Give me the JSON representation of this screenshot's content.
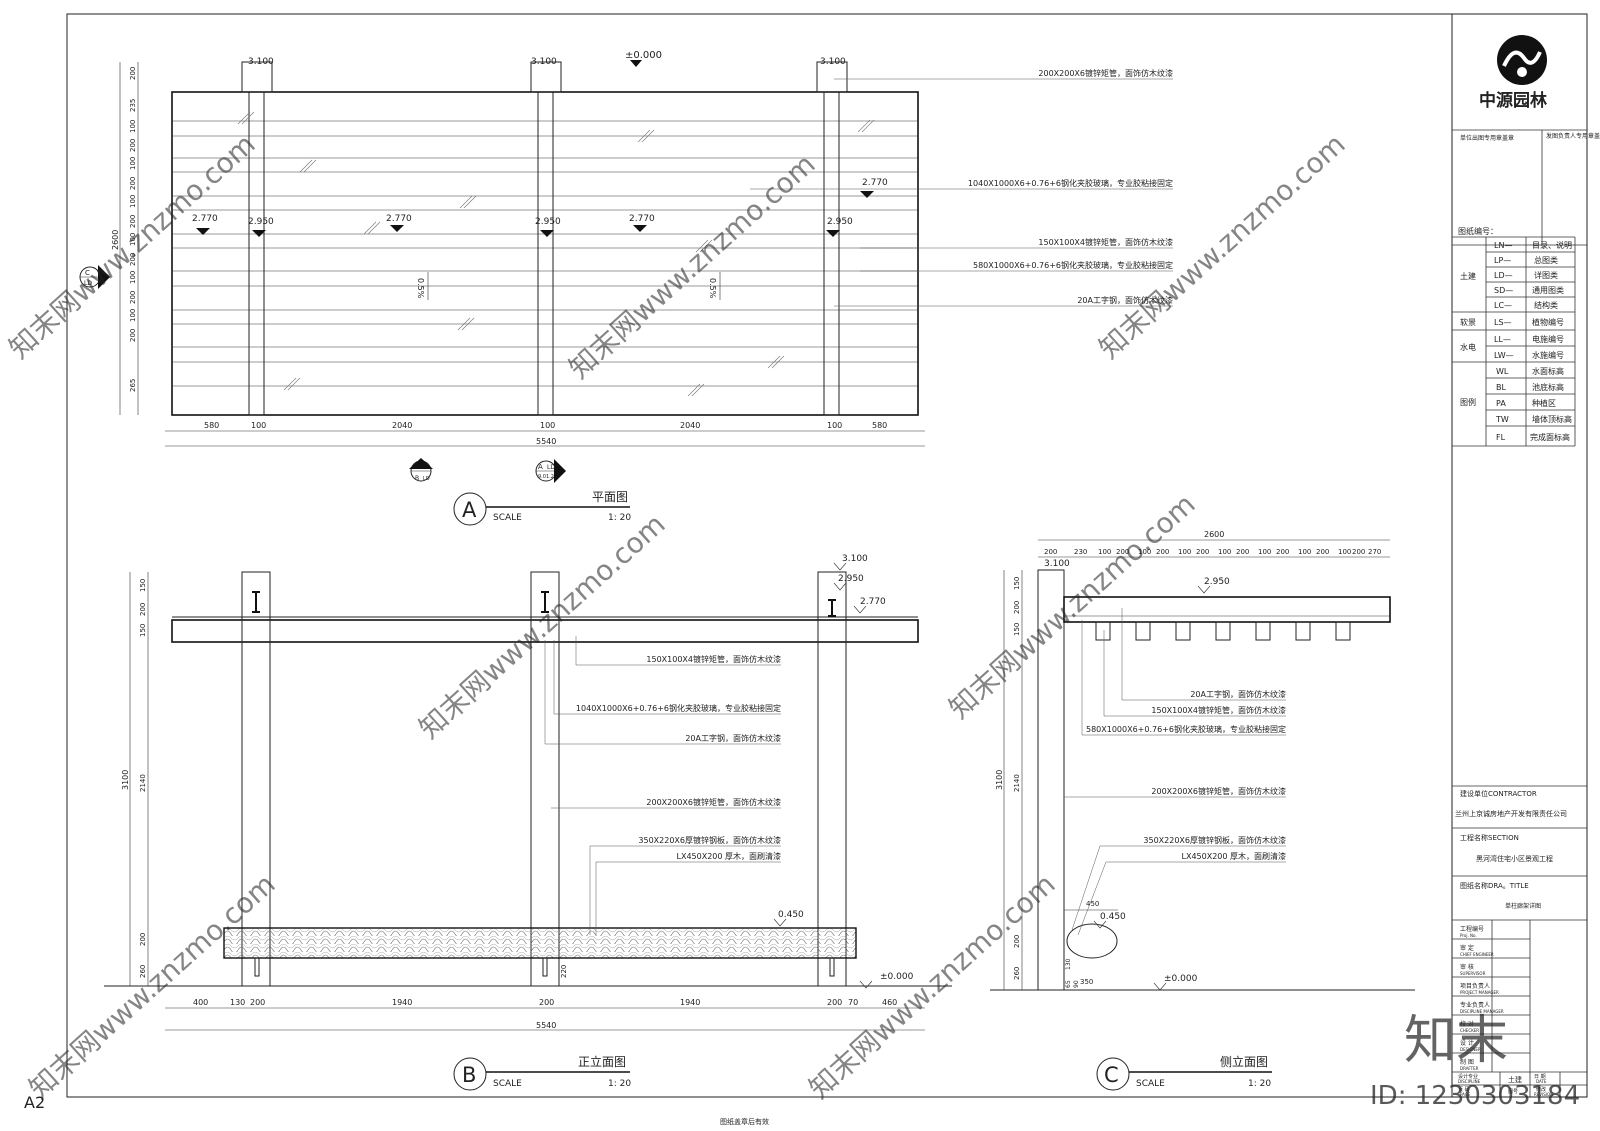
{
  "sheet": {
    "size_label": "A2",
    "footer_note": "图纸盖章后有效",
    "watermark_url": "知末网www.znzmo.com",
    "watermark_brand": "知末",
    "watermark_id": "ID: 1230303184"
  },
  "plan": {
    "title": "平面图",
    "letter": "A",
    "scale_word": "SCALE",
    "scale_value": "1: 20",
    "elevations_top": [
      "3.100",
      "3.100",
      "3.100"
    ],
    "elevation_zero": "±0.000",
    "elevations_mid": [
      "2.770",
      "2.950",
      "2.770",
      "2.950",
      "2.770",
      "2.950",
      "2.770"
    ],
    "slope_labels": [
      "0.5%",
      "0.5%"
    ],
    "dims_bottom": [
      "580",
      "100",
      "2040",
      "100",
      "2040",
      "100",
      "580"
    ],
    "dim_total": "5540",
    "dims_left": [
      "200",
      "235",
      "100",
      "200",
      "100",
      "200",
      "100",
      "200",
      "100",
      "200",
      "100",
      "200",
      "100",
      "200",
      "265"
    ],
    "dim_left_total": "2600",
    "callouts": [
      "200X200X6镀锌矩管，面饰仿木纹漆",
      "1040X1000X6+0.76+6钢化夹胶玻璃，专业胶粘接固定",
      "150X100X4镀锌矩管，面饰仿木纹漆",
      "580X1000X6+0.76+6钢化夹胶玻璃，专业胶粘接固定",
      "20A工字钢，面饰仿木纹漆"
    ],
    "section_marks": [
      {
        "top": "C",
        "bottom": "LD"
      },
      {
        "top": "B",
        "bottom": "LD"
      },
      {
        "top": "A",
        "bottom": "LD",
        "sub": "9.01.2"
      }
    ]
  },
  "front": {
    "title": "正立面图",
    "letter": "B",
    "scale_word": "SCALE",
    "scale_value": "1: 20",
    "elevations": [
      "3.100",
      "2.950",
      "2.770",
      "0.450",
      "±0.000"
    ],
    "dims_left": [
      "150",
      "200",
      "150",
      "2140",
      "200",
      "260"
    ],
    "dim_left_total": "3100",
    "dims_bottom": [
      "400",
      "130",
      "200",
      "1940",
      "200",
      "1940",
      "200",
      "70",
      "460"
    ],
    "dim_total": "5540",
    "dim_small": "220",
    "callouts": [
      "150X100X4镀锌矩管，面饰仿木纹漆",
      "1040X1000X6+0.76+6钢化夹胶玻璃，专业胶粘接固定",
      "20A工字钢，面饰仿木纹漆",
      "200X200X6镀锌矩管，面饰仿木纹漆",
      "350X220X6厚镀锌钢板，面饰仿木纹漆",
      "LX450X200 厚木，面刷清漆"
    ]
  },
  "side": {
    "title": "侧立面图",
    "letter": "C",
    "scale_word": "SCALE",
    "scale_value": "1: 20",
    "dim_top_total": "2600",
    "dims_top": [
      "200",
      "230",
      "100",
      "200",
      "100",
      "200",
      "100",
      "200",
      "100",
      "200",
      "100",
      "200",
      "100",
      "200",
      "100",
      "200",
      "270"
    ],
    "elevations": [
      "3.100",
      "2.950",
      "0.450",
      "±0.000"
    ],
    "dims_left": [
      "150",
      "200",
      "150",
      "2140",
      "200",
      "260"
    ],
    "dim_left_total": "3100",
    "dims_small": [
      "450",
      "350",
      "130",
      "65",
      "90"
    ],
    "callouts": [
      "20A工字钢，面饰仿木纹漆",
      "150X100X4镀锌矩管，面饰仿木纹漆",
      "580X1000X6+0.76+6钢化夹胶玻璃，专业胶粘接固定",
      "200X200X6镀锌矩管，面饰仿木纹漆",
      "350X220X6厚镀锌钢板，面饰仿木纹漆",
      "LX450X200 厚木，面刷清漆"
    ]
  },
  "titleblock": {
    "logo_text": "中源园林",
    "stamp_left": "单位出图专用章盖章",
    "stamp_right": "发图负责人专用章盖章",
    "codes_header": "图纸编号：",
    "groups": [
      {
        "name": "土建",
        "rows": [
          [
            "LN—",
            "目录、说明"
          ],
          [
            "LP—",
            "总图类"
          ],
          [
            "LD—",
            "详图类"
          ],
          [
            "SD—",
            "通用图类"
          ],
          [
            "LC—",
            "结构类"
          ]
        ]
      },
      {
        "name": "软景",
        "rows": [
          [
            "LS—",
            "植物编号"
          ]
        ]
      },
      {
        "name": "水电",
        "rows": [
          [
            "LL—",
            "电施编号"
          ],
          [
            "LW—",
            "水施编号"
          ]
        ]
      },
      {
        "name": "图例",
        "rows": [
          [
            "WL",
            "水面标高"
          ],
          [
            "BL",
            "池底标高"
          ],
          [
            "PA",
            "种植区"
          ],
          [
            "TW",
            "墙体顶标高"
          ],
          [
            "FL",
            "完成面标高"
          ]
        ]
      }
    ],
    "contractor_label": "建设单位CONTRACTOR",
    "contractor_value": "兰州上京诚房地产开发有限责任公司",
    "section_label": "工程名称SECTION",
    "section_value": "黑河湾住宅小区景观工程",
    "drawing_title_label": "图纸名称DRA。TITLE",
    "drawing_title_value": "单柱廊架详图",
    "sign_rows": [
      {
        "cn": "工程编号",
        "en": "Proj. No."
      },
      {
        "cn": "审 定",
        "en": "CHIEF ENGINEER"
      },
      {
        "cn": "审 核",
        "en": "SUPERVISOR"
      },
      {
        "cn": "项目负责人",
        "en": "PROJECT MANAGER"
      },
      {
        "cn": "专业负责人",
        "en": "DISCIPLINE MANAGER"
      },
      {
        "cn": "校 对",
        "en": "CHECKER"
      },
      {
        "cn": "设 计",
        "en": "DESIGNER"
      },
      {
        "cn": "制 图",
        "en": "DRAFTER"
      }
    ],
    "bottom": {
      "design_stage": "设计专业",
      "design_stage_en": "DISCIPLINE",
      "discipline_value": "土建",
      "date_label": "日 期",
      "date_en": "DATE",
      "page_label": "页 码",
      "page_en": "PAGE",
      "drawing_no": "图号",
      "revision": "修改",
      "revision_en": "REVISION"
    }
  }
}
